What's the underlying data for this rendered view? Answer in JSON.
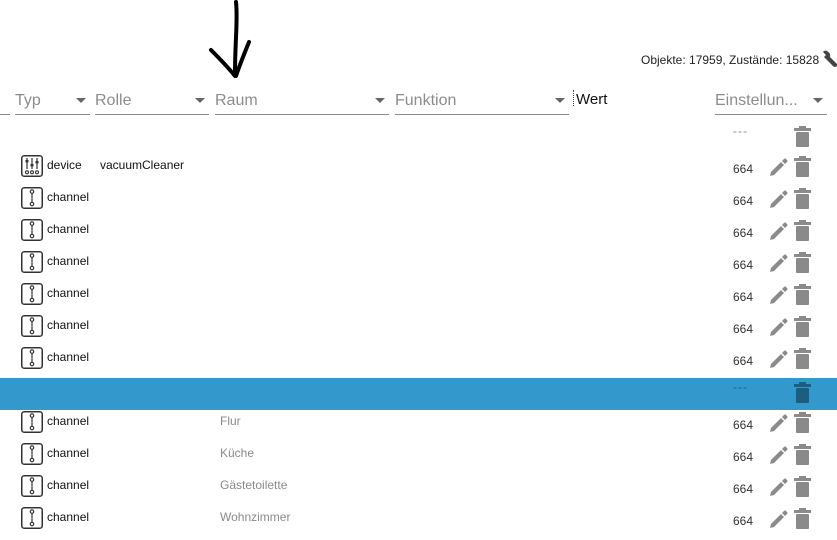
{
  "header": {
    "status_text": "Objekte: 17959, Zustände: 15828",
    "wert_label": "Wert"
  },
  "filters": [
    {
      "id": "typ",
      "label": "Typ"
    },
    {
      "id": "rolle",
      "label": "Rolle"
    },
    {
      "id": "raum",
      "label": "Raum"
    },
    {
      "id": "funktion",
      "label": "Funktion"
    },
    {
      "id": "einstellungen",
      "label": "Einstellun..."
    }
  ],
  "rows": [
    {
      "icon": "",
      "type": "",
      "role": "",
      "room": "",
      "value": "---",
      "edit": false,
      "selected": false
    },
    {
      "icon": "device-icon",
      "type": "device",
      "role": "vacuumCleaner",
      "room": "",
      "value": "664",
      "edit": true,
      "selected": false
    },
    {
      "icon": "channel-icon",
      "type": "channel",
      "role": "",
      "room": "",
      "value": "664",
      "edit": true,
      "selected": false
    },
    {
      "icon": "channel-icon",
      "type": "channel",
      "role": "",
      "room": "",
      "value": "664",
      "edit": true,
      "selected": false
    },
    {
      "icon": "channel-icon",
      "type": "channel",
      "role": "",
      "room": "",
      "value": "664",
      "edit": true,
      "selected": false
    },
    {
      "icon": "channel-icon",
      "type": "channel",
      "role": "",
      "room": "",
      "value": "664",
      "edit": true,
      "selected": false
    },
    {
      "icon": "channel-icon",
      "type": "channel",
      "role": "",
      "room": "",
      "value": "664",
      "edit": true,
      "selected": false
    },
    {
      "icon": "channel-icon",
      "type": "channel",
      "role": "",
      "room": "",
      "value": "664",
      "edit": true,
      "selected": false
    },
    {
      "icon": "",
      "type": "",
      "role": "",
      "room": "",
      "value": "---",
      "edit": false,
      "selected": true
    },
    {
      "icon": "channel-icon",
      "type": "channel",
      "role": "",
      "room": "Flur",
      "value": "664",
      "edit": true,
      "selected": false
    },
    {
      "icon": "channel-icon",
      "type": "channel",
      "role": "",
      "room": "Küche",
      "value": "664",
      "edit": true,
      "selected": false
    },
    {
      "icon": "channel-icon",
      "type": "channel",
      "role": "",
      "room": "Gästetoilette",
      "value": "664",
      "edit": true,
      "selected": false
    },
    {
      "icon": "channel-icon",
      "type": "channel",
      "role": "",
      "room": "Wohnzimmer",
      "value": "664",
      "edit": true,
      "selected": false
    }
  ],
  "colors": {
    "selected_row": "#3399cc",
    "icon_gray": "#8a8a8a",
    "muted_text": "#8a8a8a"
  }
}
